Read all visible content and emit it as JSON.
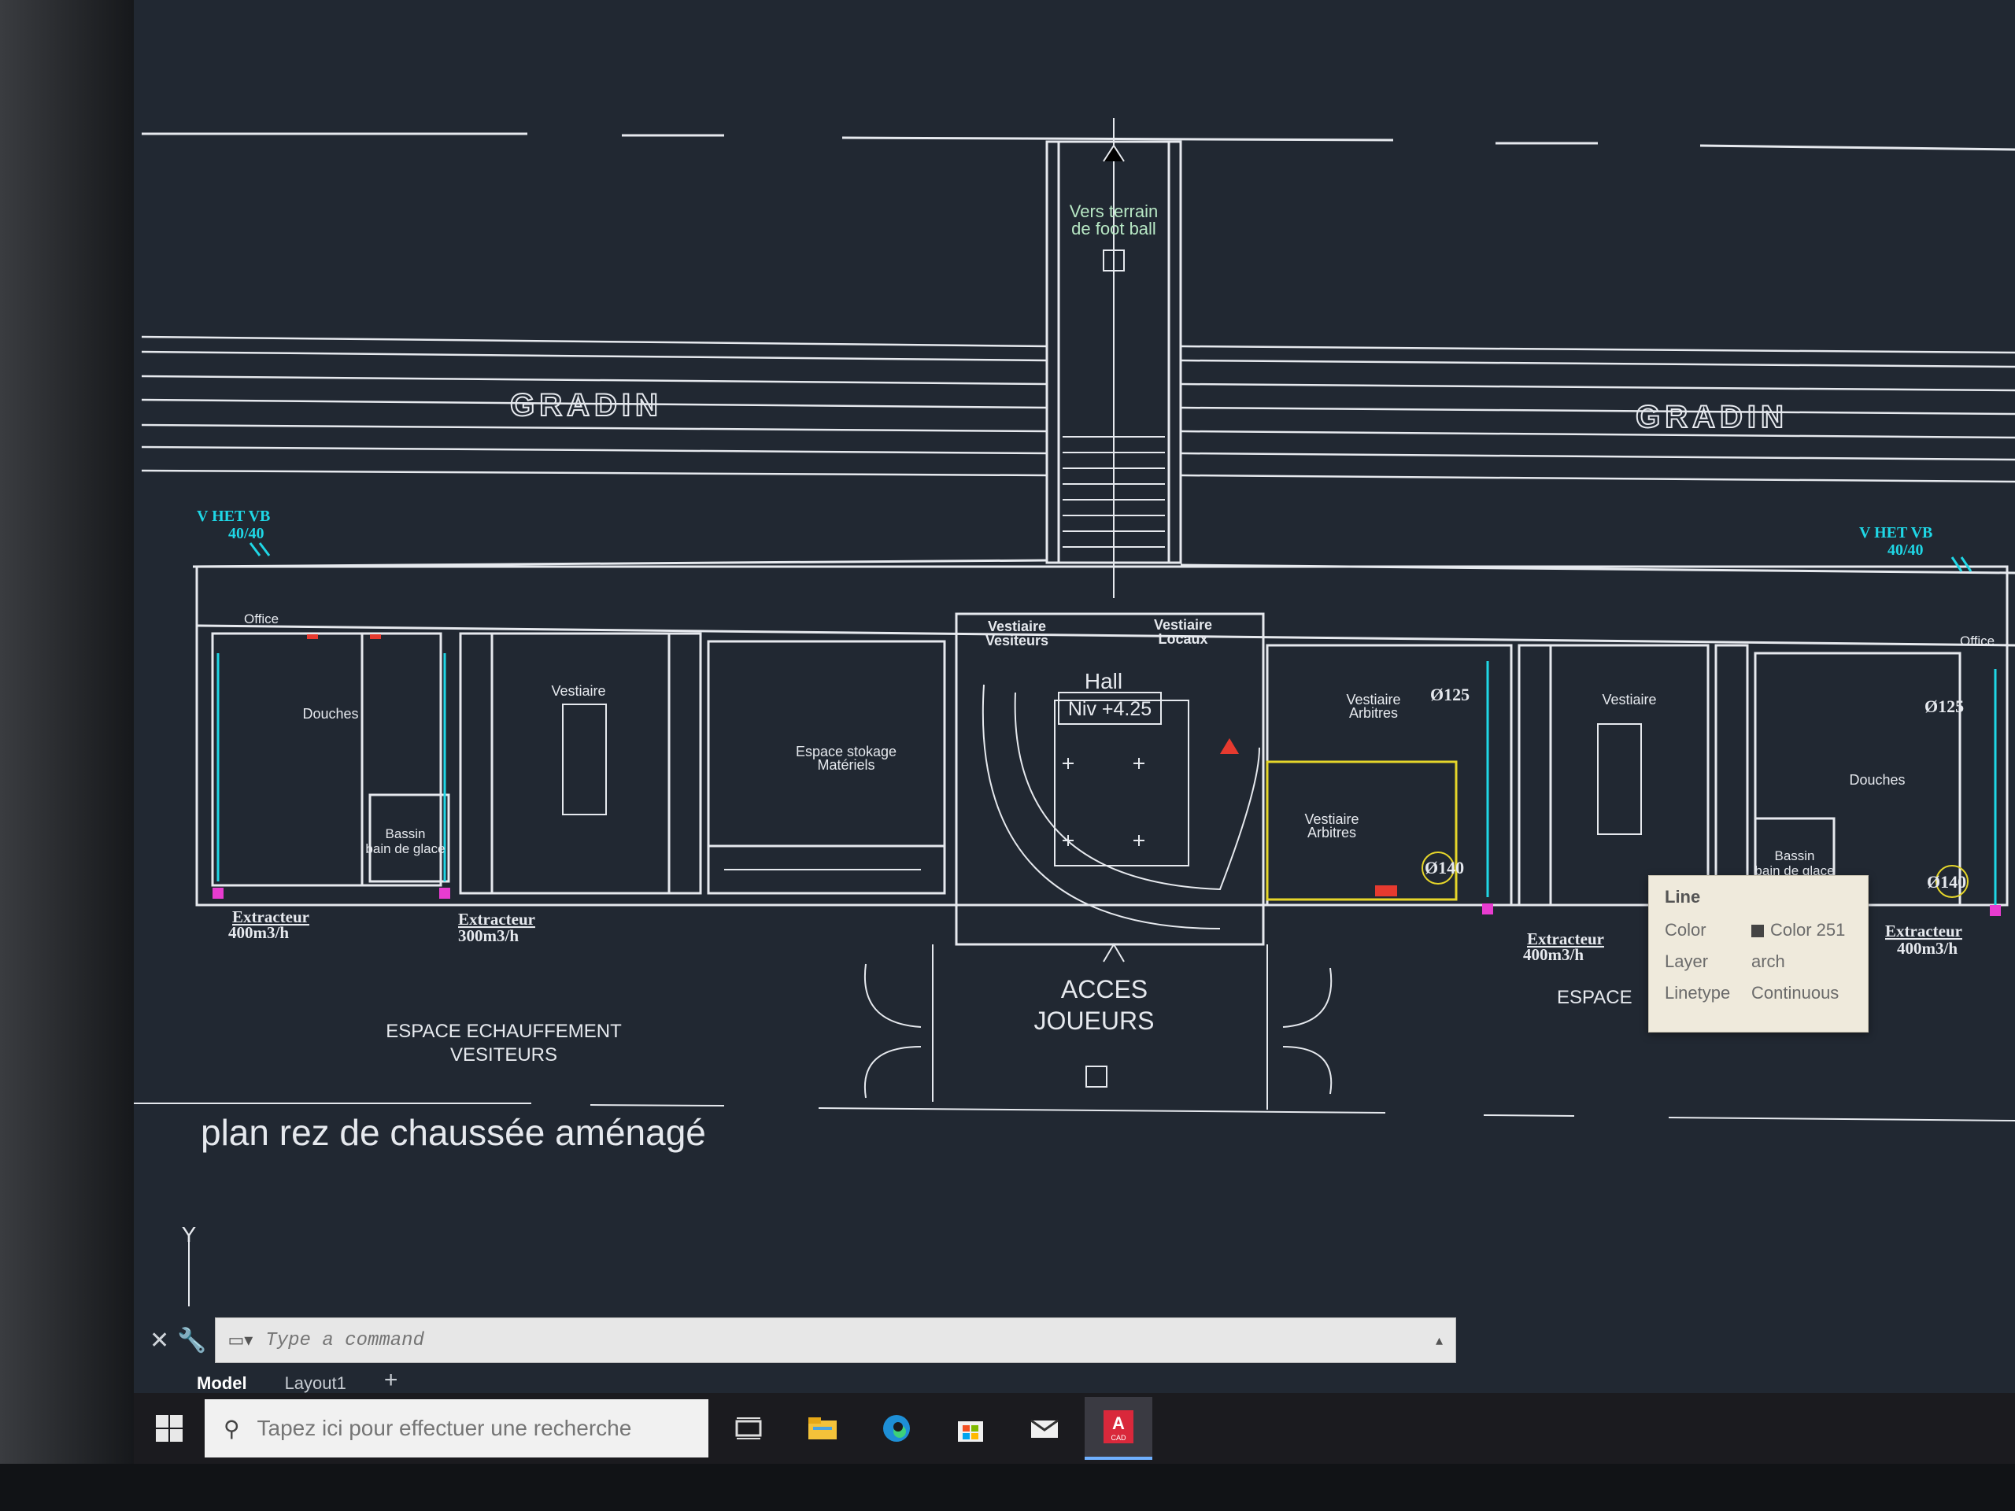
{
  "drawing": {
    "to_field_line1": "Vers terrain",
    "to_field_line2": "de foot ball",
    "gradin_left": "GRADIN",
    "gradin_right": "GRADIN",
    "vhet_left_1": "V HET VB",
    "vhet_left_2": "40/40",
    "vhet_right_1": "V HET VB",
    "vhet_right_2": "40/40",
    "office_left": "Office",
    "office_right": "Office",
    "douches_left": "Douches",
    "douches_right": "Douches",
    "vestiaire_left": "Vestiaire",
    "vestiaire_right": "Vestiaire",
    "bassin_left_1": "Bassin",
    "bassin_left_2": "bain de glace",
    "bassin_right_1": "Bassin",
    "bassin_right_2": "bain de glace",
    "espace_stockage_1": "Espace stokage",
    "espace_stockage_2": "Matériels",
    "vest_visiteurs_1": "Vestiaire",
    "vest_visiteurs_2": "Vesiteurs",
    "vest_locaux_1": "Vestiaire",
    "vest_locaux_2": "Locaux",
    "hall": "Hall",
    "niv": "Niv +4.25",
    "vest_arbitres_top_1": "Vestiaire",
    "vest_arbitres_top_2": "Arbitres",
    "vest_arbitres_sel_1": "Vestiaire",
    "vest_arbitres_sel_2": "Arbitres",
    "d125_left": "Ø125",
    "d125_right": "Ø125",
    "d140_left": "Ø140",
    "d140_right": "Ø140",
    "extracteur_1_label": "Extracteur",
    "extracteur_1_rate": "400m3/h",
    "extracteur_2_label": "Extracteur",
    "extracteur_2_rate": "300m3/h",
    "extracteur_3_label": "Extracteur",
    "extracteur_3_rate": "400m3/h",
    "extracteur_4_label": "Extracteur",
    "extracteur_4_rate": "400m3/h",
    "acces_1": "ACCES",
    "acces_2": "JOUEURS",
    "echauffement_1": "ESPACE ECHAUFFEMENT",
    "echauffement_2": "VESITEURS",
    "espace_right": "ESPACE",
    "plan_title": "plan rez de chaussée aménagé",
    "ucs_y": "Y"
  },
  "tooltip": {
    "title": "Line",
    "color_label": "Color",
    "color_value": "Color 251",
    "layer_label": "Layer",
    "layer_value": "arch",
    "linetype_label": "Linetype",
    "linetype_value": "Continuous"
  },
  "command": {
    "placeholder": "Type a command"
  },
  "layout_tabs": {
    "model": "Model",
    "layout1": "Layout1",
    "add": "+"
  },
  "taskbar": {
    "search_placeholder": "Tapez ici pour effectuer une recherche",
    "icons": [
      "windows-start",
      "task-view",
      "file-explorer",
      "edge",
      "store",
      "mail",
      "autocad"
    ],
    "autocad_label": "CAD"
  },
  "colors": {
    "canvas": "#212832",
    "lines": "#e6e9ee",
    "cyan": "#1fd7e6",
    "magenta": "#e83cd0",
    "yellow": "#e6d62a",
    "red": "#e63a2f",
    "green_text": "#b7e7c4"
  }
}
